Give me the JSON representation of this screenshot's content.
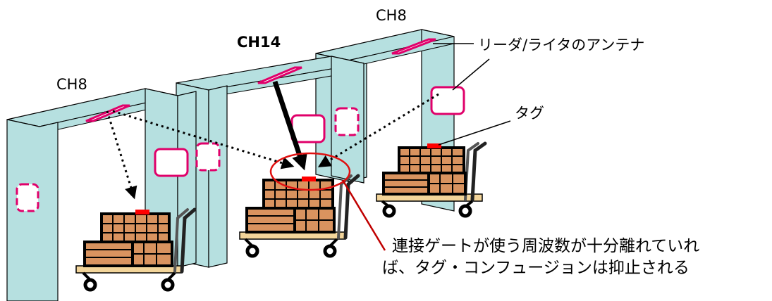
{
  "labels": {
    "gate_left_channel": "CH8",
    "gate_center_channel": "CH14",
    "gate_right_channel": "CH8",
    "antenna_callout": "リーダ/ライタのアンテナ",
    "tag_callout": "タグ",
    "note_line1": "連接ゲートが使う周波数が十分離れていれ",
    "note_line2": "ば、タグ・コンフュージョンは抑止される"
  },
  "colors": {
    "gate_panel": "#b6e0e0",
    "antenna_outline": "#e0006a",
    "tag": "#ff0000",
    "cart_box": "#d9935f",
    "highlight_circle": "#e01010",
    "arrow": "#000000"
  }
}
